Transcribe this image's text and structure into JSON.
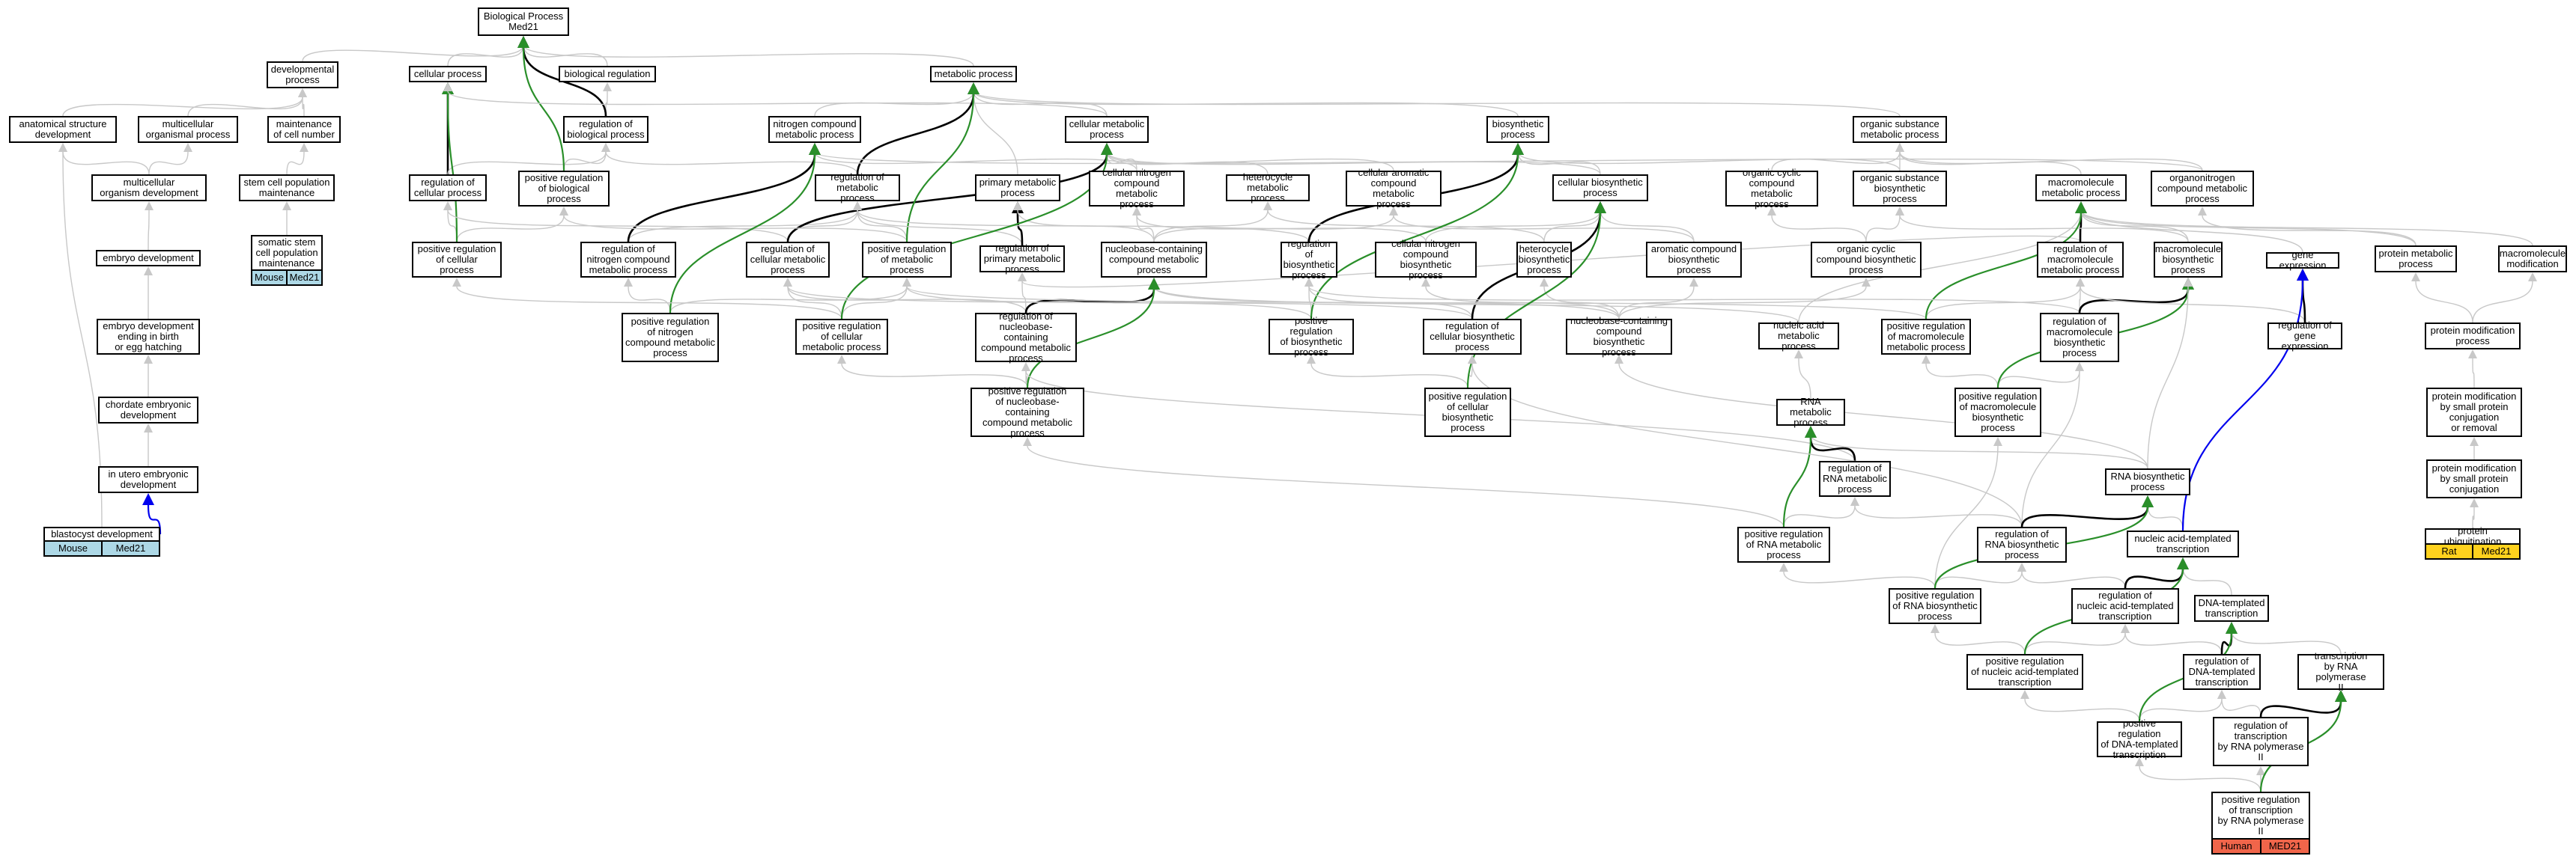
{
  "colors": {
    "edge_gray": "#c8c8c8",
    "edge_black": "#000000",
    "edge_green": "#2a8f2a",
    "edge_blue": "#0000ee",
    "mouse_badge": "#add8e6",
    "human_badge": "#f0654a",
    "rat_badge": "#ffd21e"
  },
  "nodes": {
    "bp": "Biological Process\nMed21",
    "dev_proc": "developmental\nprocess",
    "anat": "anatomical structure\ndevelopment",
    "multi_org": "multicellular\norganismal process",
    "maint_cell": "maintenance\nof cell number",
    "multi_dev": "multicellular\norganism development",
    "stem_pop": "stem cell population\nmaintenance",
    "somatic": "somatic stem\ncell population\nmaintenance",
    "embryo": "embryo development",
    "embryo_hatch": "embryo development\nending in birth\nor egg hatching",
    "chordate": "chordate embryonic\ndevelopment",
    "utero": "in utero embryonic\ndevelopment",
    "blastocyst": "blastocyst development",
    "cell_proc": "cellular process",
    "bio_reg": "biological regulation",
    "reg_bp": "regulation of\nbiological process",
    "reg_cp": "regulation of\ncellular process",
    "pos_reg_bp": "positive regulation\nof biological\nprocess",
    "pos_reg_cp": "positive regulation\nof cellular\nprocess",
    "met_proc": "metabolic process",
    "nitro": "nitrogen compound\nmetabolic process",
    "cell_met": "cellular metabolic\nprocess",
    "reg_met": "regulation of\nmetabolic process",
    "prim_met": "primary metabolic\nprocess",
    "cell_nitro_met": "cellular nitrogen\ncompound metabolic\nprocess",
    "hetero_met": "heterocycle\nmetabolic process",
    "cell_arom_met": "cellular aromatic\ncompound metabolic\nprocess",
    "biosyn": "biosynthetic\nprocess",
    "cell_biosyn": "cellular biosynthetic\nprocess",
    "org_sub_met": "organic substance\nmetabolic process",
    "org_cyc_met": "organic cyclic\ncompound metabolic\nprocess",
    "org_sub_biosyn": "organic substance\nbiosynthetic\nprocess",
    "macro_met": "macromolecule\nmetabolic process",
    "orgnitro_met": "organonitrogen\ncompound metabolic\nprocess",
    "reg_nitro": "regulation of\nnitrogen compound\nmetabolic process",
    "reg_cell_met": "regulation of\ncellular metabolic\nprocess",
    "pos_reg_met": "positive regulation\nof metabolic\nprocess",
    "reg_prim_met": "regulation of\nprimary metabolic\nprocess",
    "nucbase_met": "nucleobase-containing\ncompound metabolic\nprocess",
    "reg_biosyn": "regulation of\nbiosynthetic\nprocess",
    "cell_nitro_biosyn": "cellular nitrogen\ncompound biosynthetic\nprocess",
    "hetero_biosyn": "heterocycle\nbiosynthetic\nprocess",
    "arom_biosyn": "aromatic compound\nbiosynthetic\nprocess",
    "org_cyc_biosyn": "organic cyclic\ncompound biosynthetic\nprocess",
    "reg_macro_met": "regulation of\nmacromolecule\nmetabolic process",
    "macro_biosyn": "macromolecule\nbiosynthetic\nprocess",
    "gene_expr": "gene expression",
    "prot_met": "protein metabolic\nprocess",
    "macro_mod": "macromolecule\nmodification",
    "pos_reg_nitro": "positive regulation\nof nitrogen\ncompound metabolic\nprocess",
    "pos_reg_cell_met": "positive regulation\nof cellular\nmetabolic process",
    "reg_nucbase": "regulation of\nnucleobase-containing\ncompound metabolic\nprocess",
    "pos_reg_biosyn": "positive regulation\nof biosynthetic\nprocess",
    "reg_cell_biosyn": "regulation of\ncellular biosynthetic\nprocess",
    "nucbase_biosyn": "nucleobase-containing\ncompound biosynthetic\nprocess",
    "nucacid_met": "nucleic acid\nmetabolic process",
    "pos_reg_macro_met": "positive regulation\nof macromolecule\nmetabolic process",
    "reg_macro_biosyn": "regulation of\nmacromolecule\nbiosynthetic\nprocess",
    "reg_gene": "regulation of\ngene expression",
    "prot_mod": "protein modification\nprocess",
    "pos_reg_nucbase": "positive regulation\nof nucleobase-containing\ncompound metabolic\nprocess",
    "pos_reg_cell_biosyn": "positive regulation\nof cellular\nbiosynthetic\nprocess",
    "rna_met": "RNA metabolic\nprocess",
    "pos_reg_macro_biosyn": "positive regulation\nof macromolecule\nbiosynthetic\nprocess",
    "prot_mod_small": "protein modification\nby small protein\nconjugation\nor removal",
    "reg_rna_met": "regulation of\nRNA metabolic\nprocess",
    "rna_biosyn": "RNA biosynthetic\nprocess",
    "prot_mod_small_conj": "protein modification\nby small protein\nconjugation",
    "pos_reg_rna_met": "positive regulation\nof RNA metabolic\nprocess",
    "reg_rna_biosyn": "regulation of\nRNA biosynthetic\nprocess",
    "nucacid_trans": "nucleic acid-templated\ntranscription",
    "prot_ubiq": "protein ubiquitination",
    "pos_reg_rna_biosyn": "positive regulation\nof RNA biosynthetic\nprocess",
    "reg_nucacid_trans": "regulation of\nnucleic acid-templated\ntranscription",
    "dna_trans": "DNA-templated\ntranscription",
    "pos_reg_nucacid_trans": "positive regulation\nof nucleic acid-templated\ntranscription",
    "reg_dna_trans": "regulation of\nDNA-templated\ntranscription",
    "trans_pol2": "transcription\nby RNA polymerase\nII",
    "reg_trans_pol2": "regulation of\ntranscription\nby RNA polymerase\nII",
    "pos_reg_dna_trans": "positive regulation\nof DNA-templated\ntranscription",
    "pos_reg_trans_pol2": "positive regulation\nof transcription\nby RNA polymerase\nII"
  },
  "badges": {
    "somatic": {
      "species": "Mouse",
      "gene": "Med21"
    },
    "blastocyst": {
      "species": "Mouse",
      "gene": "Med21"
    },
    "pos_reg_trans_pol2": {
      "species": "Human",
      "gene": "MED21"
    },
    "prot_ubiq": {
      "species": "Rat",
      "gene": "Med21"
    }
  }
}
